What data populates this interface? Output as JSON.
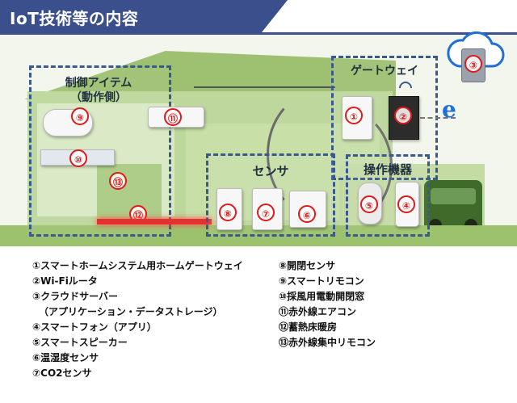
{
  "header": {
    "title": "IoT技術等の内容"
  },
  "boxes": {
    "control": {
      "line1": "制御アイテム",
      "line2": "（動作側）"
    },
    "gateway": {
      "label": "ゲートウェイ"
    },
    "sensor": {
      "label": "センサ"
    },
    "operation": {
      "label": "操作機器"
    }
  },
  "markers": {
    "m1": "①",
    "m2": "②",
    "m3": "③",
    "m4": "④",
    "m5": "⑤",
    "m6": "⑥",
    "m7": "⑦",
    "m8": "⑧",
    "m9": "⑨",
    "m10": "⑩",
    "m11": "⑪",
    "m12": "⑫",
    "m13": "⑬"
  },
  "legend": {
    "left": [
      "①スマートホームシステム用ホームゲートウェイ",
      "②Wi-Fiルータ",
      "③クラウドサーバー",
      "（アプリケーション・データストレージ）",
      "④スマートフォン（アプリ）",
      "⑤スマートスピーカー",
      "⑥温湿度センサ",
      "⑦CO2センサ"
    ],
    "right": [
      "⑧開閉センサ",
      "⑨スマートリモコン",
      "⑩採風用電動開閉窓",
      "⑪赤外線エアコン",
      "⑫蓄熱床暖房",
      "⑬赤外線集中リモコン"
    ]
  },
  "icons": {
    "cloud": "cloud-icon",
    "browser": "browser-e-icon",
    "router": "wifi-router-icon"
  },
  "colors": {
    "title_bg": "#3a4f8c",
    "dash": "#3a5a8c",
    "marker": "#e01818",
    "house": "#9dc071"
  }
}
